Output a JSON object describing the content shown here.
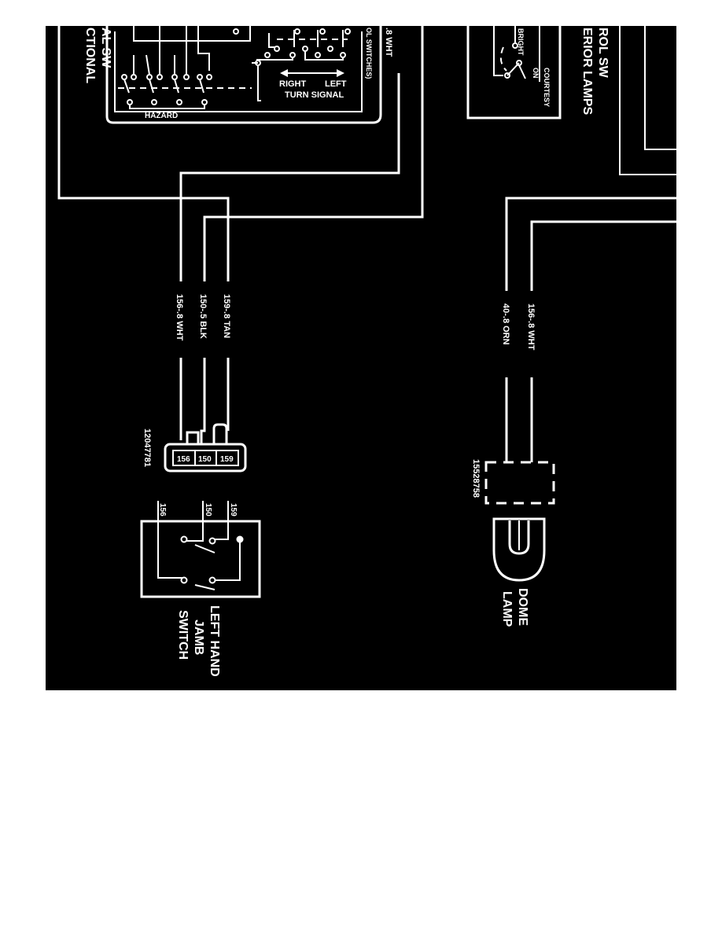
{
  "colors": {
    "background": "#000000",
    "page": "#ffffff",
    "ink": "#ffffff"
  },
  "directional_switch": {
    "title_lines": [
      "CTIONAL",
      "AL SW"
    ],
    "hazard_label": "HAZARD",
    "right_label": "RIGHT",
    "left_label": "LEFT",
    "turn_signal_label": "TURN SIGNAL",
    "side_note": "OL SWITCHES)"
  },
  "interior_lamps": {
    "title_lines": [
      "ERIOR LAMPS",
      "ROL SW"
    ],
    "bright_label": "BRIGHT",
    "courtesy_label": "COURTESY",
    "on_label": "ON"
  },
  "wires": {
    "top_wht": ".8 WHT",
    "w159": "159-.8 TAN",
    "w150": "150-.5 BLK",
    "w156": "156-.8 WHT",
    "w40": "40-.8 ORN",
    "w156_dome": "156-.8 WHT"
  },
  "connector_jamb": {
    "part_number": "12047781",
    "pins": [
      "156",
      "150",
      "159"
    ]
  },
  "connector_dome": {
    "part_number": "15528758"
  },
  "jamb_switch": {
    "pins": [
      "156",
      "150",
      "159"
    ],
    "label_lines": [
      "LEFT HAND",
      "JAMB",
      "SWITCH"
    ]
  },
  "dome_lamp": {
    "label_lines": [
      "DOME",
      "LAMP"
    ]
  }
}
